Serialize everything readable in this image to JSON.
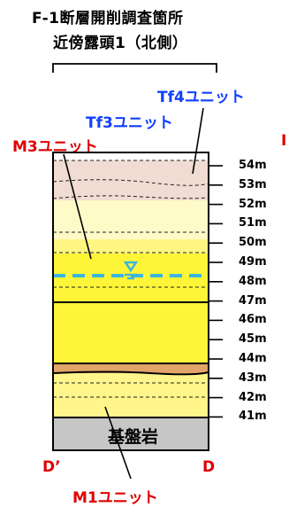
{
  "title": {
    "line1": "F-1断層開削調査箇所",
    "line2": "近傍露頭1（北側）"
  },
  "units": {
    "tf4": "Tf4ユニット",
    "tf3": "Tf3ユニット",
    "m3": "M3ユニット",
    "m1": "M1ユニット",
    "bedrock": "基盤岩"
  },
  "section_markers": {
    "left": "D’",
    "right": "D",
    "edge_mark": "I"
  },
  "elevation_labels": [
    "54m",
    "53m",
    "52m",
    "51m",
    "50m",
    "49m",
    "48m",
    "47m",
    "46m",
    "45m",
    "44m",
    "43m",
    "42m",
    "41m"
  ],
  "colors": {
    "tf4": "#f1dcd3",
    "m3_light": "#fffbc8",
    "m3_band": "#fff583",
    "m3_main": "#fff538",
    "orange_layer": "#e3a46a",
    "m1": "#fff58a",
    "bedrock": "#c6c6c6",
    "groundwater": "#3bb6df",
    "red_text": "#e00000",
    "blue_text": "#1040ff"
  }
}
